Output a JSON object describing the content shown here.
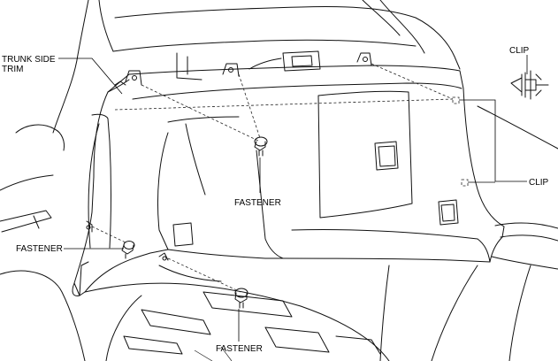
{
  "labels": {
    "trunk_side_trim_line1": "TRUNK SIDE",
    "trunk_side_trim_line2": "TRIM",
    "clip_top": "CLIP",
    "clip_right": "CLIP",
    "fastener_center": "FASTENER",
    "fastener_left": "FASTENER",
    "fastener_bottom": "FASTENER"
  }
}
